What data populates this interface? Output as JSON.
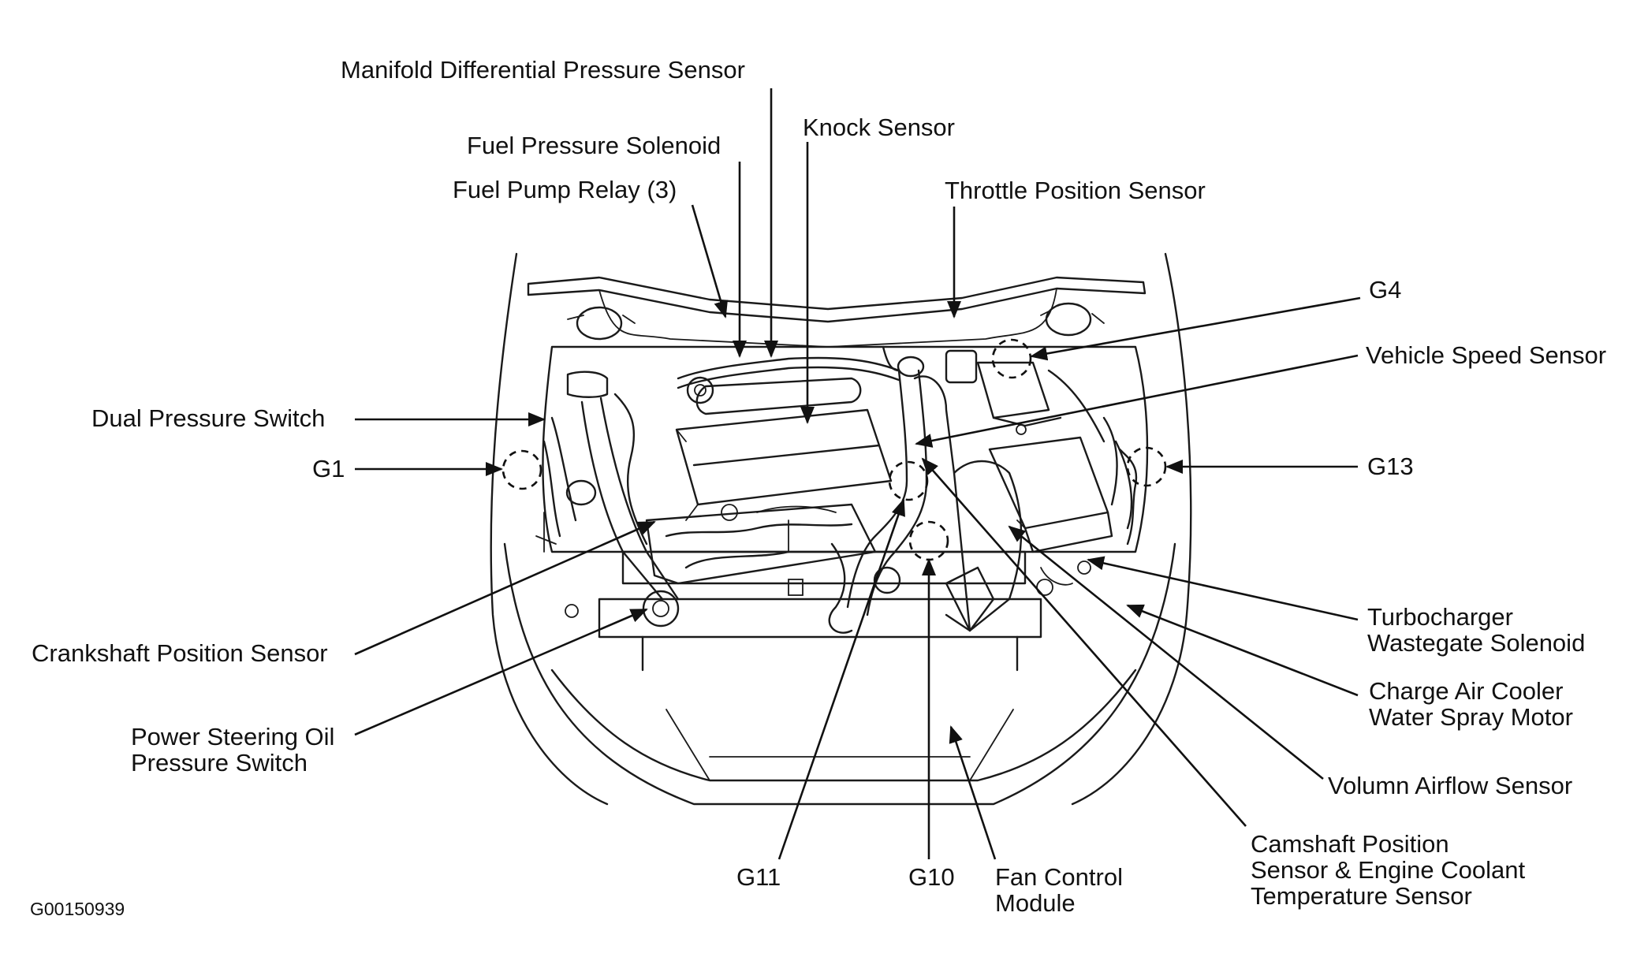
{
  "labels": {
    "map_sensor": "Manifold Differential Pressure Sensor",
    "fuel_pressure_solenoid": "Fuel Pressure Solenoid",
    "knock_sensor": "Knock Sensor",
    "fuel_pump_relay": "Fuel Pump Relay (3)",
    "throttle_position_sensor": "Throttle Position Sensor",
    "g4": "G4",
    "vehicle_speed_sensor": "Vehicle Speed Sensor",
    "dual_pressure_switch": "Dual Pressure Switch",
    "g1": "G1",
    "g13": "G13",
    "turbocharger_line1": "Turbocharger",
    "turbocharger_line2": "Wastegate Solenoid",
    "charge_air_line1": "Charge Air Cooler",
    "charge_air_line2": "Water Spray Motor",
    "crankshaft_position_sensor": "Crankshaft Position Sensor",
    "power_steering_line1": "Power Steering Oil",
    "power_steering_line2": "Pressure Switch",
    "volumn_airflow_sensor": "Volumn Airflow Sensor",
    "camshaft_line1": "Camshaft Position",
    "camshaft_line2": "Sensor & Engine Coolant",
    "camshaft_line3": "Temperature Sensor",
    "g11": "G11",
    "g10": "G10",
    "fan_control_line1": "Fan Control",
    "fan_control_line2": "Module"
  },
  "figure_code": "G00150939"
}
